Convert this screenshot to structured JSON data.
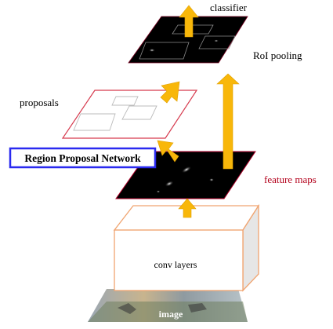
{
  "labels": {
    "classifier": "classifier",
    "roi_pooling": "RoI pooling",
    "proposals": "proposals",
    "rpn": "Region Proposal Network",
    "feature_maps": "feature maps",
    "conv_layers": "conv layers",
    "image": "image"
  },
  "colors": {
    "arrow": "#f8b70a",
    "arrow_edge": "#e0a000",
    "feature_map": "#000000",
    "feature_map_edge": "#b0002a",
    "proposals_edge": "#d63a4e",
    "conv_edge": "#f0a470",
    "rpn_border": "#2a2af0",
    "feature_maps_text": "#b3001b"
  }
}
